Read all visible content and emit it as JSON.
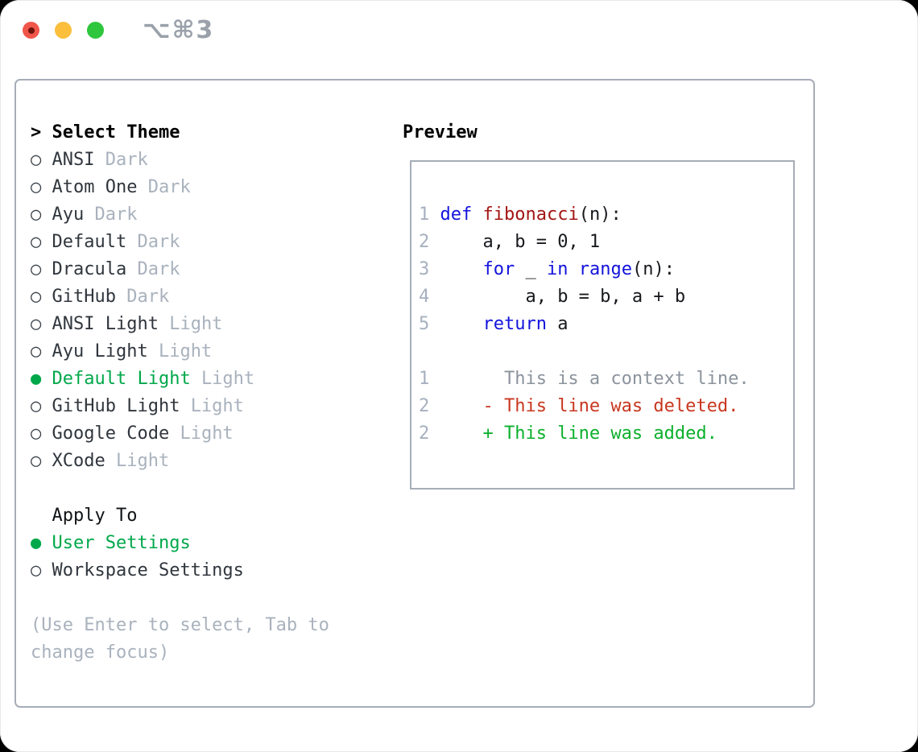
{
  "window": {
    "shortcut_label": "⌥⌘3",
    "traffic_lights": [
      "close",
      "minimize",
      "zoom"
    ]
  },
  "colors": {
    "selection_green": "#00a84a",
    "diff_added_green": "#0cb02c",
    "diff_deleted_red": "#c8371f",
    "keyword_blue": "#1313dc",
    "function_red": "#a31515",
    "muted_gray": "#a9b2bd",
    "line_number_gray": "#a6b0bf",
    "panel_border_gray": "#a6adb7",
    "traffic_red": "#f1564a",
    "traffic_yellow": "#fbbf3c",
    "traffic_green": "#2ec63d"
  },
  "theme_list": {
    "heading": "Select Theme",
    "selected_theme": "Default Light",
    "apply_to_heading": "Apply To",
    "apply_to_selected": "User Settings",
    "rows": [
      {
        "tokens": [
          {
            "t": "> ",
            "c": "hd"
          },
          {
            "t": "Select Theme",
            "c": "hd"
          }
        ]
      },
      {
        "tokens": [
          {
            "t": "○ ",
            "c": "mk"
          },
          {
            "t": "ANSI ",
            "c": "nm"
          },
          {
            "t": "Dark",
            "c": "mu"
          }
        ]
      },
      {
        "tokens": [
          {
            "t": "○ ",
            "c": "mk"
          },
          {
            "t": "Atom One ",
            "c": "nm"
          },
          {
            "t": "Dark",
            "c": "mu"
          }
        ]
      },
      {
        "tokens": [
          {
            "t": "○ ",
            "c": "mk"
          },
          {
            "t": "Ayu ",
            "c": "nm"
          },
          {
            "t": "Dark",
            "c": "mu"
          }
        ]
      },
      {
        "tokens": [
          {
            "t": "○ ",
            "c": "mk"
          },
          {
            "t": "Default ",
            "c": "nm"
          },
          {
            "t": "Dark",
            "c": "mu"
          }
        ]
      },
      {
        "tokens": [
          {
            "t": "○ ",
            "c": "mk"
          },
          {
            "t": "Dracula ",
            "c": "nm"
          },
          {
            "t": "Dark",
            "c": "mu"
          }
        ]
      },
      {
        "tokens": [
          {
            "t": "○ ",
            "c": "mk"
          },
          {
            "t": "GitHub ",
            "c": "nm"
          },
          {
            "t": "Dark",
            "c": "mu"
          }
        ]
      },
      {
        "tokens": [
          {
            "t": "○ ",
            "c": "mk"
          },
          {
            "t": "ANSI Light ",
            "c": "nm"
          },
          {
            "t": "Light",
            "c": "mu"
          }
        ]
      },
      {
        "tokens": [
          {
            "t": "○ ",
            "c": "mk"
          },
          {
            "t": "Ayu Light ",
            "c": "nm"
          },
          {
            "t": "Light",
            "c": "mu"
          }
        ]
      },
      {
        "selected": true,
        "tokens": [
          {
            "t": "● ",
            "c": "sel"
          },
          {
            "t": "Default Light ",
            "c": "sel"
          },
          {
            "t": "Light",
            "c": "mu"
          }
        ]
      },
      {
        "tokens": [
          {
            "t": "○ ",
            "c": "mk"
          },
          {
            "t": "GitHub Light ",
            "c": "nm"
          },
          {
            "t": "Light",
            "c": "mu"
          }
        ]
      },
      {
        "tokens": [
          {
            "t": "○ ",
            "c": "mk"
          },
          {
            "t": "Google Code ",
            "c": "nm"
          },
          {
            "t": "Light",
            "c": "mu"
          }
        ]
      },
      {
        "tokens": [
          {
            "t": "○ ",
            "c": "mk"
          },
          {
            "t": "XCode ",
            "c": "nm"
          },
          {
            "t": "Light",
            "c": "mu"
          }
        ]
      },
      {
        "tokens": []
      },
      {
        "tokens": [
          {
            "t": "  ",
            "c": "pl"
          },
          {
            "t": "Apply To",
            "c": "ah"
          }
        ]
      },
      {
        "selected": true,
        "tokens": [
          {
            "t": "● ",
            "c": "sel"
          },
          {
            "t": "User Settings",
            "c": "sel"
          }
        ]
      },
      {
        "tokens": [
          {
            "t": "○ ",
            "c": "mk"
          },
          {
            "t": "Workspace Settings",
            "c": "nm"
          }
        ]
      },
      {
        "tokens": []
      },
      {
        "tokens": [
          {
            "t": "(Use Enter to select, Tab to",
            "c": "mu"
          }
        ]
      },
      {
        "tokens": [
          {
            "t": "change focus)",
            "c": "mu"
          }
        ]
      }
    ]
  },
  "preview": {
    "heading": "Preview",
    "rows": [
      {
        "tokens": [
          {
            "t": "1",
            "c": "num"
          },
          {
            "t": " ",
            "c": "pl"
          },
          {
            "t": "def",
            "c": "kw"
          },
          {
            "t": " ",
            "c": "pl"
          },
          {
            "t": "fibonacci",
            "c": "fn"
          },
          {
            "t": "(n):",
            "c": "pl"
          }
        ]
      },
      {
        "tokens": [
          {
            "t": "2",
            "c": "num"
          },
          {
            "t": "     a, b = 0, 1",
            "c": "pl"
          }
        ]
      },
      {
        "tokens": [
          {
            "t": "3",
            "c": "num"
          },
          {
            "t": "     ",
            "c": "pl"
          },
          {
            "t": "for",
            "c": "kw"
          },
          {
            "t": " _ ",
            "c": "pl"
          },
          {
            "t": "in",
            "c": "kw"
          },
          {
            "t": " ",
            "c": "pl"
          },
          {
            "t": "range",
            "c": "kw"
          },
          {
            "t": "(n):",
            "c": "pl"
          }
        ]
      },
      {
        "tokens": [
          {
            "t": "4",
            "c": "num"
          },
          {
            "t": "         a, b = b, a + b",
            "c": "pl"
          }
        ]
      },
      {
        "tokens": [
          {
            "t": "5",
            "c": "num"
          },
          {
            "t": "     ",
            "c": "pl"
          },
          {
            "t": "return",
            "c": "kw"
          },
          {
            "t": " a",
            "c": "pl"
          }
        ]
      },
      {
        "tokens": []
      },
      {
        "tokens": [
          {
            "t": "1",
            "c": "num"
          },
          {
            "t": "       This is a context line.",
            "c": "ctx"
          }
        ]
      },
      {
        "tokens": [
          {
            "t": "2",
            "c": "num"
          },
          {
            "t": "     - This line was deleted.",
            "c": "del"
          }
        ]
      },
      {
        "tokens": [
          {
            "t": "2",
            "c": "num"
          },
          {
            "t": "     + This line was added.",
            "c": "add"
          }
        ]
      }
    ]
  }
}
